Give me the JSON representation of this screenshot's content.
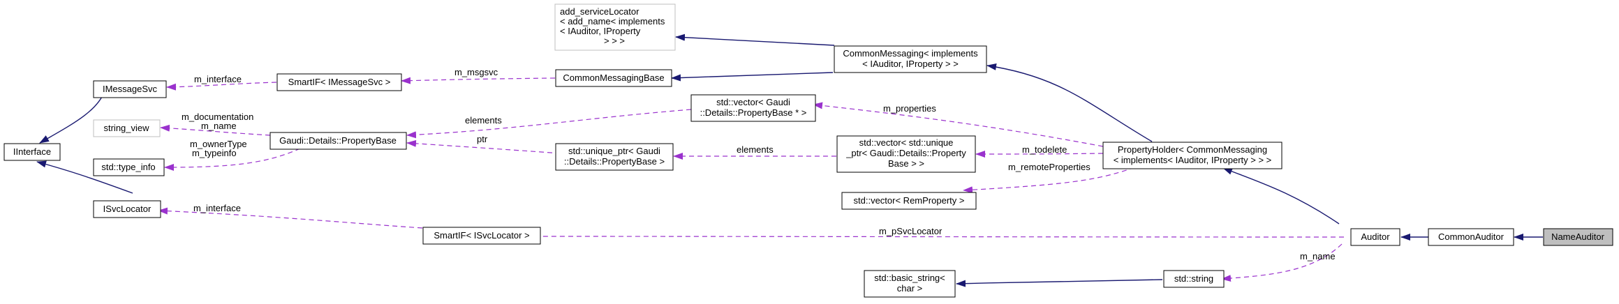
{
  "nodes": {
    "add_servicelocator": [
      "add_serviceLocator",
      "< add_name< implements",
      "< IAuditor, IProperty",
      "> > >"
    ],
    "commonmessaging": [
      "CommonMessaging< implements",
      "< IAuditor, IProperty > >"
    ],
    "imessagesvc": [
      "IMessageSvc"
    ],
    "smartif_imessagesvc": [
      "SmartIF< IMessageSvc >"
    ],
    "commonmessagingbase": [
      "CommonMessagingBase"
    ],
    "iinterface": [
      "IInterface"
    ],
    "string_view": [
      "string_view"
    ],
    "propertybase": [
      "Gaudi::Details::PropertyBase"
    ],
    "vector_propertybase_ptr": [
      "std::vector< Gaudi",
      "::Details::PropertyBase * >"
    ],
    "propertyholder": [
      "PropertyHolder< CommonMessaging",
      "< implements< IAuditor, IProperty > > >"
    ],
    "type_info": [
      "std::type_info"
    ],
    "unique_ptr_propertybase": [
      "std::unique_ptr< Gaudi",
      "::Details::PropertyBase >"
    ],
    "vector_unique_ptr": [
      "std::vector< std::unique",
      "_ptr< Gaudi::Details::Property",
      "Base > >"
    ],
    "vector_remproperty": [
      "std::vector< RemProperty >"
    ],
    "isvclocator": [
      "ISvcLocator"
    ],
    "smartif_isvclocator": [
      "SmartIF< ISvcLocator >"
    ],
    "auditor": [
      "Auditor"
    ],
    "commonauditor": [
      "CommonAuditor"
    ],
    "nameauditor": [
      "NameAuditor"
    ],
    "basic_string": [
      "std::basic_string<",
      "char >"
    ],
    "std_string": [
      "std::string"
    ]
  },
  "edge_labels": {
    "m_interface_msg": "m_interface",
    "m_msgsvc": "m_msgsvc",
    "m_documentation": "m_documentation",
    "m_name_sv": "m_name",
    "m_ownertype": "m_ownerType",
    "m_typeinfo": "m_typeinfo",
    "elements_vec": "elements",
    "ptr": "ptr",
    "elements_uniq": "elements",
    "m_properties": "m_properties",
    "m_todelete": "m_todelete",
    "m_remoteproperties": "m_remoteProperties",
    "m_interface_svc": "m_interface",
    "m_psvclocator": "m_pSvcLocator",
    "m_name_str": "m_name"
  },
  "colors": {
    "inheritance_edge": "#191970",
    "usage_edge": "#9a32cd",
    "highlighted_node_fill": "#bfbfbf",
    "external_node_border": "#bfbfbf"
  }
}
